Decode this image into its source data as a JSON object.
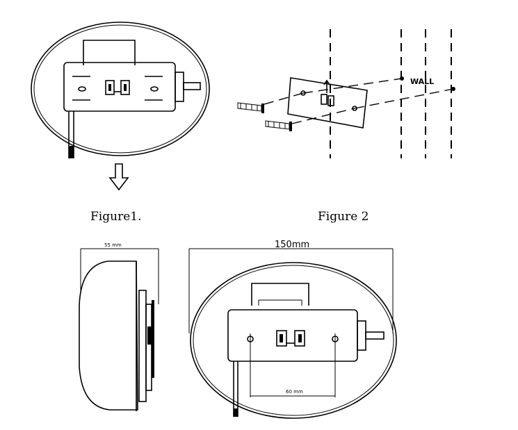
{
  "figure1": {
    "caption": "Figure1."
  },
  "figure2": {
    "caption": "Figure 2",
    "wall_label": "WALL"
  },
  "side_view": {
    "dimension": "55 mm"
  },
  "front_view": {
    "width_dimension": "150mm",
    "hole_spacing": "60 mm"
  },
  "icons": {
    "arrow": "down-arrow-icon"
  }
}
